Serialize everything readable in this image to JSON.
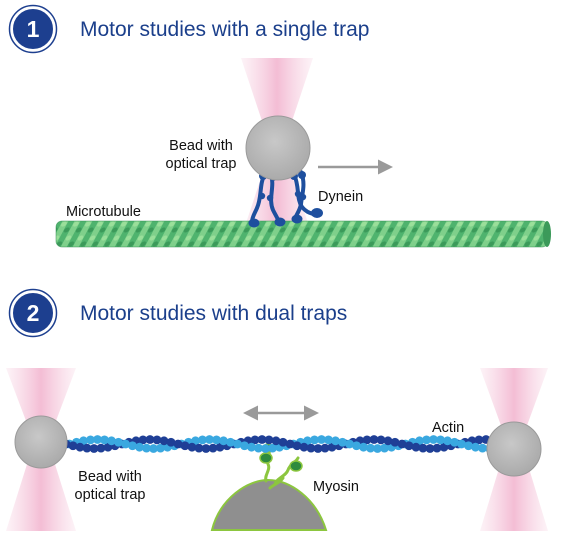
{
  "sections": [
    {
      "number": "1",
      "title": "Motor studies with a single trap"
    },
    {
      "number": "2",
      "title": "Motor studies with dual traps"
    }
  ],
  "panel1": {
    "bead_label_line1": "Bead with",
    "bead_label_line2": "optical trap",
    "motor_label": "Dynein",
    "track_label": "Microtubule"
  },
  "panel2": {
    "bead_label_line1": "Bead with",
    "bead_label_line2": "optical trap",
    "motor_label": "Myosin",
    "filament_label": "Actin"
  },
  "colors": {
    "title_blue": "#1b3f8b",
    "badge_blue": "#1d3f8f",
    "bead_gray": "#b9b9b9",
    "trap_pink": "#f6cfe0",
    "dynein_blue": "#1e4f9e",
    "microtubule_green": "#5fbf78",
    "actin_dark": "#1f3f96",
    "actin_light": "#3aa8e0",
    "myosin_green": "#8cc63f",
    "arrow_gray": "#9a9a9a"
  }
}
